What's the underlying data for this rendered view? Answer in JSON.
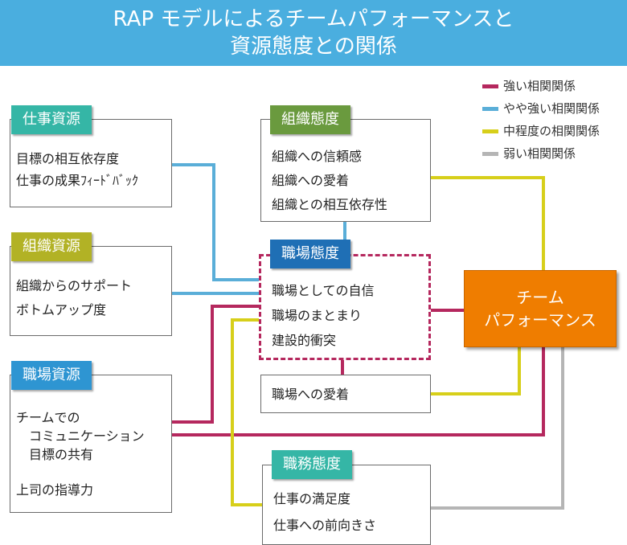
{
  "title": {
    "line1": "RAP モデルによるチームパフォーマンスと",
    "line2": "資源態度との関係"
  },
  "legend": [
    {
      "label": "強い相関関係",
      "color": "#b5285e"
    },
    {
      "label": "やや強い相関関係",
      "color": "#5aaed8"
    },
    {
      "label": "中程度の相関関係",
      "color": "#d7cf1a"
    },
    {
      "label": "弱い相関関係",
      "color": "#b5b5b5"
    }
  ],
  "job_resources": {
    "label": "仕事資源",
    "color": "#35b6a6",
    "items": [
      "目標の相互依存度",
      "仕事の成果ﾌｨｰﾄﾞﾊﾞｯｸ"
    ]
  },
  "org_resources": {
    "label": "組織資源",
    "color": "#b2b225",
    "items": [
      "組織からのサポート",
      "ボトムアップ度"
    ]
  },
  "work_resources": {
    "label": "職場資源",
    "color": "#2e95d2",
    "items": [
      "チームでの",
      "コミュニケーション",
      "目標の共有",
      "上司の指導力"
    ]
  },
  "org_attitude": {
    "label": "組織態度",
    "color": "#6a9a3e",
    "items": [
      "組織への信頼感",
      "組織への愛着",
      "組織との相互依存性"
    ]
  },
  "work_attitude": {
    "label": "職場態度",
    "color": "#1f6fb5",
    "items": [
      "職場としての自信",
      "職場のまとまり",
      "建設的衝突"
    ],
    "extra": "職場への愛着"
  },
  "job_attitude": {
    "label": "職務態度",
    "color": "#35b6a6",
    "items": [
      "仕事の満足度",
      "仕事への前向きさ"
    ]
  },
  "team_performance": {
    "line1": "チーム",
    "line2": "パフォーマンス",
    "color": "#ef7d00"
  }
}
